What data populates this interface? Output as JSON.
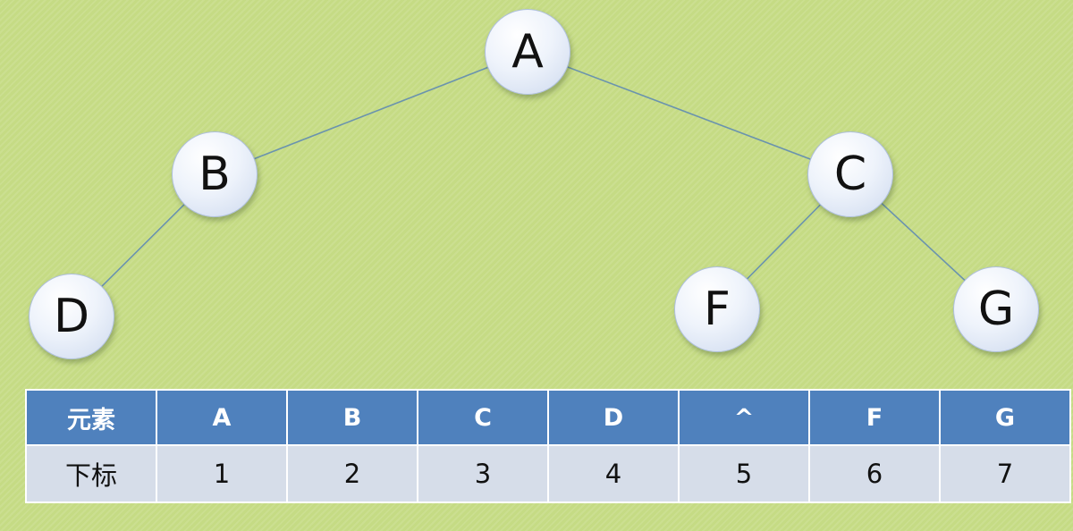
{
  "tree": {
    "nodes": [
      {
        "id": "A",
        "label": "A"
      },
      {
        "id": "B",
        "label": "B"
      },
      {
        "id": "C",
        "label": "C"
      },
      {
        "id": "D",
        "label": "D"
      },
      {
        "id": "F",
        "label": "F"
      },
      {
        "id": "G",
        "label": "G"
      }
    ],
    "edges": [
      [
        "A",
        "B"
      ],
      [
        "A",
        "C"
      ],
      [
        "B",
        "D"
      ],
      [
        "C",
        "F"
      ],
      [
        "C",
        "G"
      ]
    ]
  },
  "table": {
    "element_label": "元素",
    "index_label": "下标",
    "elements": [
      "A",
      "B",
      "C",
      "D",
      "^",
      "F",
      "G"
    ],
    "indices": [
      "1",
      "2",
      "3",
      "4",
      "5",
      "6",
      "7"
    ]
  },
  "colors": {
    "background": "#c5db84",
    "header_fill": "#4f81bd",
    "row_fill": "#d6dde9",
    "edge": "#6a93ae"
  }
}
